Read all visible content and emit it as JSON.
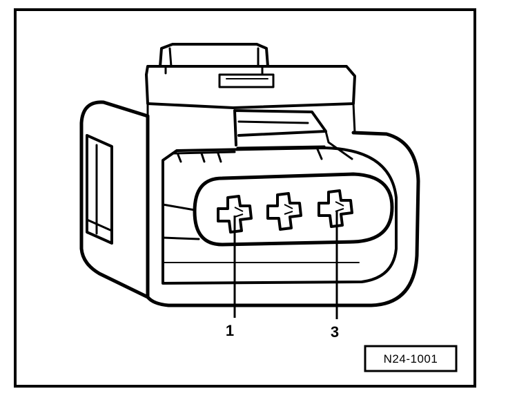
{
  "diagram": {
    "callouts": [
      {
        "id": "pin-1",
        "label": "1"
      },
      {
        "id": "pin-3",
        "label": "3"
      }
    ],
    "reference_code": "N24-1001"
  },
  "colors": {
    "ink": "#000000",
    "paper": "#ffffff"
  }
}
